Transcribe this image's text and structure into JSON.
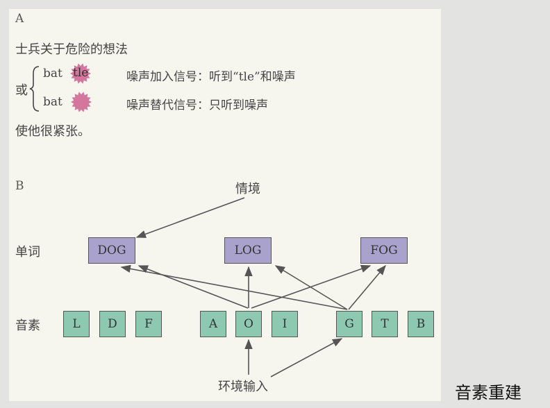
{
  "part_a": {
    "label": "A",
    "line1": "士兵关于危险的想法",
    "or_label": "或",
    "row1_word": "bat",
    "row1_noise_text": "tle",
    "row1_desc": "噪声加入信号：听到“tle”和噪声",
    "row2_word": "bat",
    "row2_desc": "噪声替代信号：只听到噪声",
    "line_end": "使他很紧张。",
    "noise_color": "#c9578a"
  },
  "part_b": {
    "label": "B",
    "context_label": "情境",
    "word_row_label": "单词",
    "phoneme_row_label": "音素",
    "input_label": "环境输入",
    "words": [
      "DOG",
      "LOG",
      "FOG"
    ],
    "phonemes": [
      "L",
      "D",
      "F",
      "A",
      "O",
      "I",
      "G",
      "T",
      "B"
    ],
    "word_color": "#a8a2cc",
    "phoneme_color": "#8dc9b0"
  },
  "caption": "音素重建"
}
